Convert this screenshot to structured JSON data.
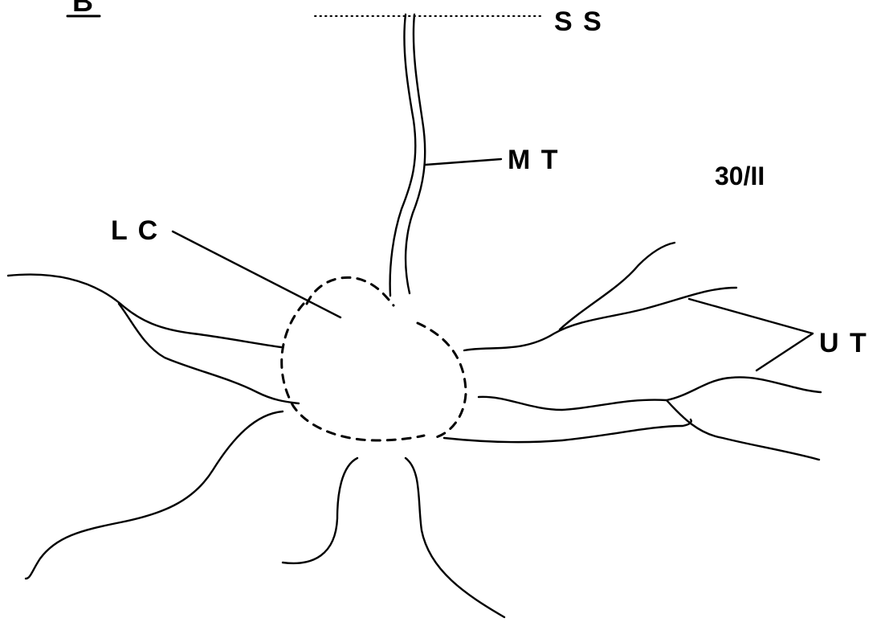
{
  "labels": {
    "panel": "B",
    "ss": "S S",
    "mt": "M T",
    "id": "30/II",
    "lc": "L C",
    "ut": "U T"
  }
}
